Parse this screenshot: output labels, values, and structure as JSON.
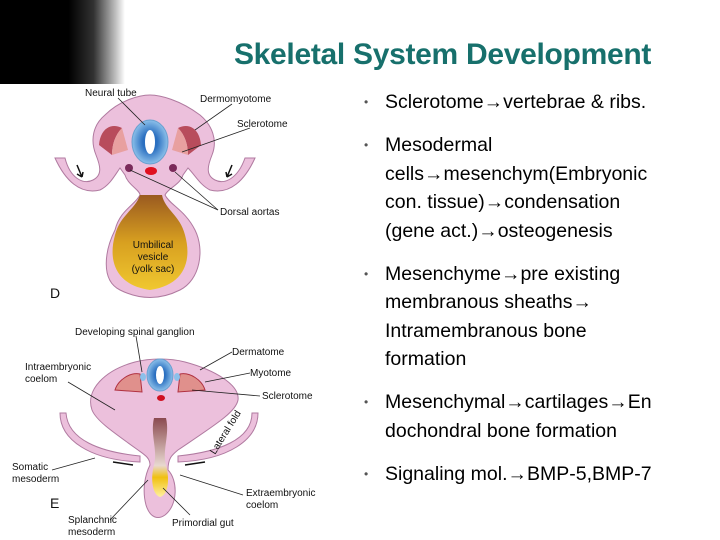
{
  "title": "Skeletal System Development",
  "bullets": [
    {
      "lines": [
        "Sclerotome→vertebrae & ribs."
      ]
    },
    {
      "lines": [
        "Mesodermal",
        "cells→mesenchym(Embryonic",
        "con. tissue)→condensation",
        "(gene act.)→osteogenesis"
      ]
    },
    {
      "lines": [
        "Mesenchyme→pre existing",
        "membranous sheaths→",
        "Intramembranous bone",
        "formation"
      ]
    },
    {
      "lines": [
        "Mesenchymal→cartilages→En",
        "dochondral bone formation"
      ]
    },
    {
      "lines": [
        "Signaling mol.→BMP-5,BMP-7"
      ]
    }
  ],
  "diagram_d": {
    "neural_tube": "Neural tube",
    "dermomyotome": "Dermomyotome",
    "sclerotome": "Sclerotome",
    "dorsal_aortas": "Dorsal aortas",
    "yolk_sac": [
      "Umbilical",
      "vesicle",
      "(yolk sac)"
    ],
    "panel_letter": "D"
  },
  "diagram_e": {
    "spinal_ganglion": "Developing spinal ganglion",
    "dermatome": "Dermatome",
    "intraembryonic_coelom": [
      "Intraembryonic",
      "coelom"
    ],
    "myotome": "Myotome",
    "sclerotome": "Sclerotome",
    "lateral_fold": "Lateral fold",
    "somatic_mesoderm": [
      "Somatic",
      "mesoderm"
    ],
    "panel_letter": "E",
    "extraembryonic_coelom": [
      "Extraembryonic",
      "coelom"
    ],
    "splanchnic_mesoderm": [
      "Splanchnic",
      "mesoderm"
    ],
    "primordial_gut": "Primordial gut"
  },
  "colors": {
    "title": "#17706c",
    "tissue": "#ecc0dc",
    "neural": "#4a90d0",
    "yolk": "#e0b020"
  }
}
